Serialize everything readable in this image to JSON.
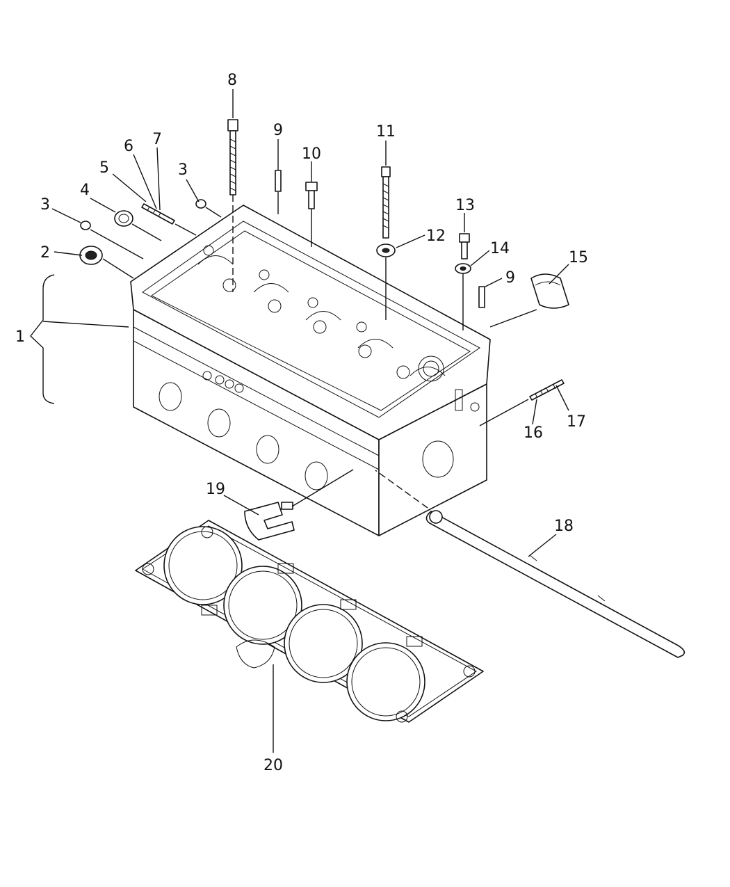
{
  "callouts": [
    {
      "id": "c1",
      "text": "1"
    },
    {
      "id": "c2",
      "text": "2"
    },
    {
      "id": "c3a",
      "text": "3"
    },
    {
      "id": "c3b",
      "text": "3"
    },
    {
      "id": "c4",
      "text": "4"
    },
    {
      "id": "c5",
      "text": "5"
    },
    {
      "id": "c6",
      "text": "6"
    },
    {
      "id": "c7",
      "text": "7"
    },
    {
      "id": "c8",
      "text": "8"
    },
    {
      "id": "c9a",
      "text": "9"
    },
    {
      "id": "c9b",
      "text": "9"
    },
    {
      "id": "c10",
      "text": "10"
    },
    {
      "id": "c11",
      "text": "11"
    },
    {
      "id": "c12",
      "text": "12"
    },
    {
      "id": "c13",
      "text": "13"
    },
    {
      "id": "c14",
      "text": "14"
    },
    {
      "id": "c15",
      "text": "15"
    },
    {
      "id": "c16",
      "text": "16"
    },
    {
      "id": "c17",
      "text": "17"
    },
    {
      "id": "c18",
      "text": "18"
    },
    {
      "id": "c19",
      "text": "19"
    },
    {
      "id": "c20",
      "text": "20"
    }
  ]
}
